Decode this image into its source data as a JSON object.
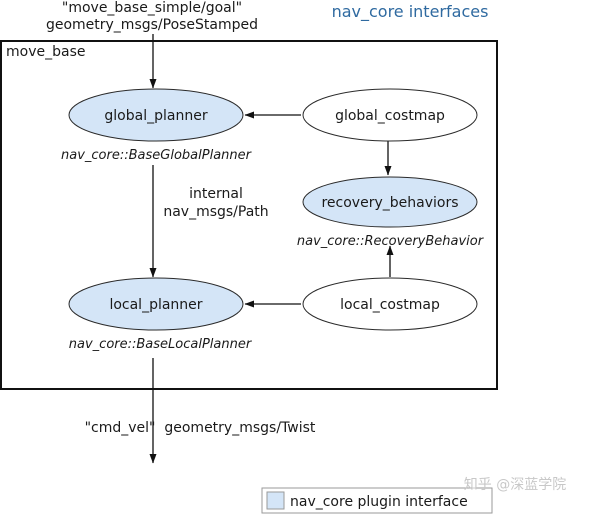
{
  "title": "nav_core interfaces",
  "input": {
    "topic": "\"move_base_simple/goal\"",
    "type": "geometry_msgs/PoseStamped"
  },
  "container": {
    "label": "move_base"
  },
  "nodes": {
    "global_planner": {
      "label": "global_planner",
      "interface": "nav_core::BaseGlobalPlanner"
    },
    "global_costmap": {
      "label": "global_costmap"
    },
    "recovery_behaviors": {
      "label": "recovery_behaviors",
      "interface": "nav_core::RecoveryBehavior"
    },
    "local_planner": {
      "label": "local_planner",
      "interface": "nav_core::BaseLocalPlanner"
    },
    "local_costmap": {
      "label": "local_costmap"
    }
  },
  "edges": {
    "internal_label_1": "internal",
    "internal_label_2": "nav_msgs/Path"
  },
  "output": {
    "label": "\"cmd_vel\"  geometry_msgs/Twist"
  },
  "legend": {
    "label": "nav_core plugin interface"
  },
  "watermark": "知乎 @深蓝学院",
  "colors": {
    "plugin_fill": "#d4e5f7",
    "title": "#2f6aa0"
  }
}
